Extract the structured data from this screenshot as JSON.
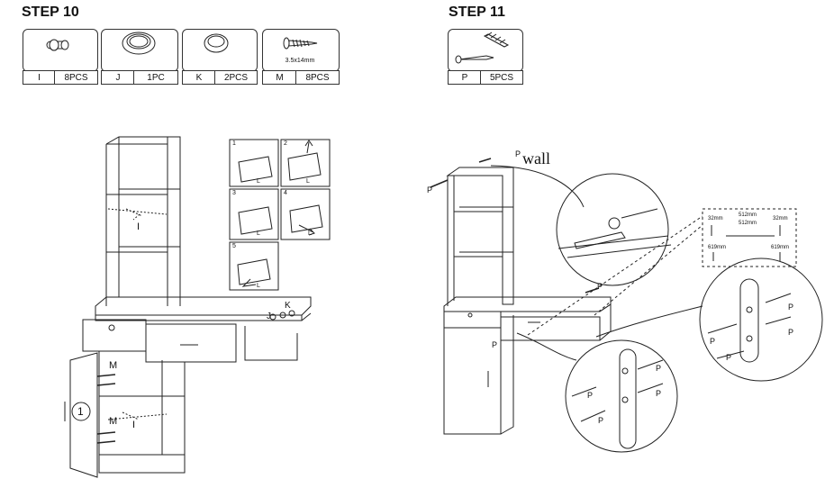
{
  "step10": {
    "title": "STEP 10",
    "parts": [
      {
        "letter": "I",
        "qty": "8PCS",
        "icon": "dowel-icon"
      },
      {
        "letter": "J",
        "qty": "1PC",
        "icon": "large-washer-icon"
      },
      {
        "letter": "K",
        "qty": "2PCS",
        "icon": "small-washer-icon"
      },
      {
        "letter": "M",
        "qty": "8PCS",
        "icon": "screw-icon",
        "spec": "3.5x14mm"
      }
    ],
    "callouts": {
      "m_top": "M",
      "m_bottom": "M",
      "i_top": "I",
      "i_bottom": "I",
      "jk": "J",
      "k": "K",
      "door_num": "1"
    },
    "hinge_steps": [
      {
        "num": "1",
        "side": "L"
      },
      {
        "num": "2",
        "side": "L"
      },
      {
        "num": "3",
        "side": "L"
      },
      {
        "num": "4",
        "side": "L"
      },
      {
        "num": "5",
        "side": "L"
      }
    ]
  },
  "step11": {
    "title": "STEP 11",
    "parts": [
      {
        "letter": "P",
        "qty": "5PCS",
        "icon": "wall-anchor-screw-icon"
      }
    ],
    "wall_label": "wall",
    "p_labels": [
      "P",
      "P",
      "P",
      "P",
      "P",
      "P",
      "P",
      "P",
      "P",
      "P",
      "P",
      "P"
    ],
    "dims": {
      "left_top": "32mm",
      "right_top": "32mm",
      "mid1": "512mm",
      "mid2": "512mm",
      "left_h": "619mm",
      "right_h": "619mm"
    }
  }
}
